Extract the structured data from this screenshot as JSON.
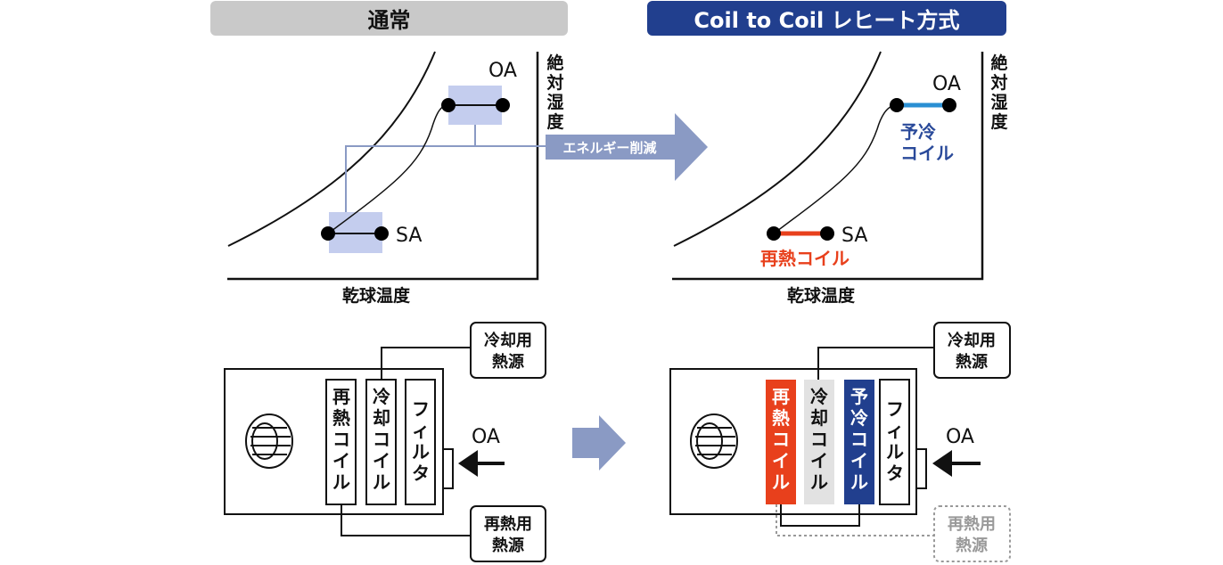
{
  "headers": {
    "left": "通常",
    "right": "Coil to Coil レヒート方式"
  },
  "chart": {
    "y_axis_label": [
      "絶",
      "対",
      "湿",
      "度"
    ],
    "x_axis_label": "乾球温度",
    "oa_label": "OA",
    "sa_label": "SA"
  },
  "arrow_label": "エネルギー削減",
  "right_chart": {
    "precool_label": [
      "予冷",
      "コイル"
    ],
    "reheat_label": "再熱コイル"
  },
  "units": {
    "cooling_source": [
      "冷却用",
      "熱源"
    ],
    "reheat_source": [
      "再熱用",
      "熱源"
    ],
    "oa": "OA",
    "left_coils": {
      "reheat": [
        "再",
        "熱",
        "コ",
        "イ",
        "ル"
      ],
      "cool": [
        "冷",
        "却",
        "コ",
        "イ",
        "ル"
      ],
      "filter": [
        "フ",
        "ィ",
        "ル",
        "タ"
      ]
    },
    "right_coils": {
      "reheat": [
        "再",
        "熱",
        "コ",
        "イ",
        "ル"
      ],
      "cool": [
        "冷",
        "却",
        "コ",
        "イ",
        "ル"
      ],
      "precool": [
        "予",
        "冷",
        "コ",
        "イ",
        "ル"
      ],
      "filter": [
        "フ",
        "ィ",
        "ル",
        "タ"
      ]
    }
  },
  "colors": {
    "header_left": "#c9c9c9",
    "header_right": "#213f8e",
    "arrow": "#8a9ac4",
    "highlight_box": "#c4cdee",
    "precool": "#2a8fd3",
    "reheat": "#e8401c",
    "precool_text": "#2a4a9a",
    "cool_fill": "#e2e2e2",
    "precool_fill": "#213f8e"
  }
}
